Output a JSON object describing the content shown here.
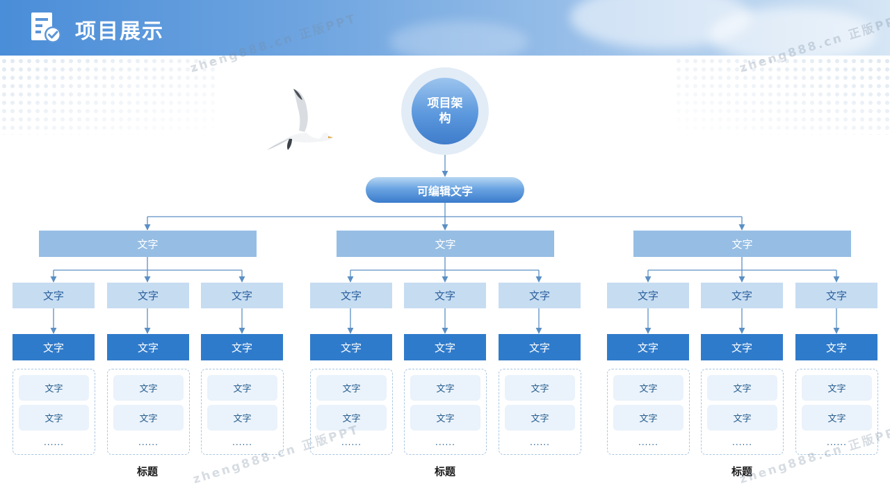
{
  "header": {
    "title": "项目展示",
    "icon": "document-check-icon"
  },
  "watermark": "zheng888.cn 正版PPT",
  "root": {
    "label": "项目架构"
  },
  "pill": {
    "label": "可编辑文字"
  },
  "groups": [
    {
      "label": "文字",
      "caption": "标题",
      "children": [
        {
          "label": "文字",
          "sub": "文字",
          "items": [
            "文字",
            "文字"
          ],
          "more": "......"
        },
        {
          "label": "文字",
          "sub": "文字",
          "items": [
            "文字",
            "文字"
          ],
          "more": "......"
        },
        {
          "label": "文字",
          "sub": "文字",
          "items": [
            "文字",
            "文字"
          ],
          "more": "......"
        }
      ]
    },
    {
      "label": "文字",
      "caption": "标题",
      "children": [
        {
          "label": "文字",
          "sub": "文字",
          "items": [
            "文字",
            "文字"
          ],
          "more": "......"
        },
        {
          "label": "文字",
          "sub": "文字",
          "items": [
            "文字",
            "文字"
          ],
          "more": "......"
        },
        {
          "label": "文字",
          "sub": "文字",
          "items": [
            "文字",
            "文字"
          ],
          "more": "......"
        }
      ]
    },
    {
      "label": "文字",
      "caption": "标题",
      "children": [
        {
          "label": "文字",
          "sub": "文字",
          "items": [
            "文字",
            "文字"
          ],
          "more": "......"
        },
        {
          "label": "文字",
          "sub": "文字",
          "items": [
            "文字",
            "文字"
          ],
          "more": "......"
        },
        {
          "label": "文字",
          "sub": "文字",
          "items": [
            "文字",
            "文字"
          ],
          "more": "......"
        }
      ]
    }
  ],
  "colors": {
    "accent": "#2f7bcb",
    "light_box": "#c6dcf1",
    "mid_box": "#96bee4",
    "connector": "#5b8fc4"
  }
}
